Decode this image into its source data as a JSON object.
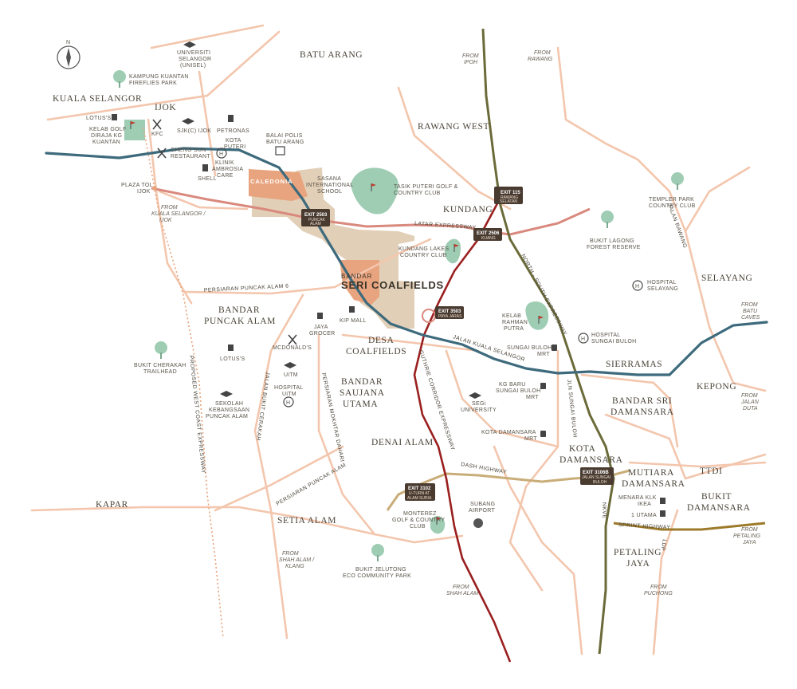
{
  "areas": {
    "kuala_selangor": "KUALA SELANGOR",
    "ijok": "IJOK",
    "batu_arang": "BATU ARANG",
    "rawang_west": "RAWANG WEST",
    "kundang": "KUNDANG",
    "selayang": "SELAYANG",
    "bandar_puncak_alam_1": "BANDAR",
    "bandar_puncak_alam_2": "PUNCAK ALAM",
    "desa_coalfields_1": "DESA",
    "desa_coalfields_2": "COALFIELDS",
    "bandar_saujana_1": "BANDAR",
    "bandar_saujana_2": "SAUJANA",
    "bandar_saujana_3": "UTAMA",
    "sierramas": "SIERRAMAS",
    "kepong": "KEPONG",
    "bandar_sri_1": "BANDAR SRI",
    "bandar_sri_2": "DAMANSARA",
    "denai_alam": "DENAI ALAM",
    "kota_damansara_1": "KOTA",
    "kota_damansara_2": "DAMANSARA",
    "ttdi": "TTDI",
    "mutiara_1": "MUTIARA",
    "mutiara_2": "DAMANSARA",
    "bukit_dam_1": "BUKIT",
    "bukit_dam_2": "DAMANSARA",
    "kapar": "KAPAR",
    "setia_alam": "SETIA ALAM",
    "petaling_1": "PETALING",
    "petaling_2": "JAYA"
  },
  "project": {
    "bandar": "BANDAR",
    "name": "SERI COALFIELDS",
    "caledonia": "CALEDONIA"
  },
  "pois": {
    "unisel_1": "UNIVERSITI",
    "unisel_2": "SELANGOR",
    "unisel_3": "(UNISEL)",
    "kampung_1": "KAMPUNG KUANTAN",
    "kampung_2": "FIREFLIES PARK",
    "lotus_ijok": "LOTUS'S",
    "golf_kk_1": "KELAB GOLF",
    "golf_kk_2": "DIRAJA KG",
    "golf_kk_3": "KUANTAN",
    "kfc": "KFC",
    "sjkc": "SJK(C) IJOK",
    "petronas": "PETRONAS",
    "kota_puteri_1": "KOTA",
    "kota_puteri_2": "PUTERI",
    "balai_1": "BALAI POLIS",
    "balai_2": "BATU ARANG",
    "cheng_sun_1": "CHENG SUN",
    "cheng_sun_2": "RESTAURANT",
    "klinik_1": "KLINIK",
    "klinik_2": "AMBROSIA",
    "klinik_3": "CARE",
    "shell": "SHELL",
    "plaza_tol_1": "PLAZA TOL",
    "plaza_tol_2": "IJOK",
    "sasana_1": "SASANA",
    "sasana_2": "INTERNATIONAL",
    "sasana_3": "SCHOOL",
    "tasik_1": "TASIK PUTERI GOLF &",
    "tasik_2": "COUNTRY CLUB",
    "kundang_lakes_1": "KUNDANG LAKES",
    "kundang_lakes_2": "COUNTRY CLUB",
    "templer_1": "TEMPLER PARK",
    "templer_2": "COUNTRY CLUB",
    "lagong_1": "BUKIT LAGONG",
    "lagong_2": "FOREST RESERVE",
    "hosp_selayang_1": "HOSPITAL",
    "hosp_selayang_2": "SELAYANG",
    "kelab_rahman_1": "KELAB",
    "kelab_rahman_2": "RAHMAN",
    "kelab_rahman_3": "PUTRA",
    "hosp_sg_buloh_1": "HOSPITAL",
    "hosp_sg_buloh_2": "SUNGAI BULOH",
    "sg_buloh_mrt_1": "SUNGAI BULOH",
    "sg_buloh_mrt_2": "MRT",
    "kg_baru_1": "KG BARU",
    "kg_baru_2": "SUNGAI BULOH",
    "kg_baru_3": "MRT",
    "segi_1": "SEGi",
    "segi_2": "UNIVERSITY",
    "kota_dam_mrt_1": "KOTA DAMANSARA",
    "kota_dam_mrt_2": "MRT",
    "jaya_grocer_1": "JAYA",
    "jaya_grocer_2": "GROCER",
    "kip_mall": "KIP MALL",
    "mcdonalds": "MCDONALD'S",
    "lotus_pa": "LOTUS'S",
    "uitm": "UiTM",
    "hosp_uitm_1": "HOSPITAL",
    "hosp_uitm_2": "UiTM",
    "cherakah_1": "BUKIT CHERAKAH",
    "cherakah_2": "TRAILHEAD",
    "sekolah_1": "SEKOLAH",
    "sekolah_2": "KEBANGSAAN",
    "sekolah_3": "PUNCAK ALAM",
    "menara_1": "MENARA KLK",
    "menara_2": "IKEA",
    "utama": "1 UTAMA",
    "monterez_1": "MONTEREZ",
    "monterez_2": "GOLF & COUNTRY",
    "monterez_3": "CLUB",
    "subang_1": "SUBANG",
    "subang_2": "AIRPORT",
    "jelutong_1": "BUKIT JELUTONG",
    "jelutong_2": "ECO COMMUNITY PARK"
  },
  "directions": {
    "ipoh_1": "FROM",
    "ipoh_2": "IPOH",
    "rawang_1": "FROM",
    "rawang_2": "RAWANG",
    "ks_1": "FROM",
    "ks_2": "KUALA SELANGOR /",
    "ks_3": "IJOK",
    "batu_caves_1": "FROM",
    "batu_caves_2": "BATU",
    "batu_caves_3": "CAVES",
    "jalan_duta_1": "FROM",
    "jalan_duta_2": "JALAN",
    "jalan_duta_3": "DUTA",
    "petaling_1": "FROM",
    "petaling_2": "PETALING",
    "petaling_3": "JAYA",
    "puchong_1": "FROM",
    "puchong_2": "PUCHONG",
    "shah_alam_1": "FROM",
    "shah_alam_2": "SHAH ALAM",
    "shah_klang_1": "FROM",
    "shah_klang_2": "SHAH ALAM /",
    "shah_klang_3": "KLANG"
  },
  "roads": {
    "latar": "LATAR EXPRESSWAY",
    "nse": "NORTH - SOUTH EXPRESSWAY",
    "jalan_kuala_selangor": "JALAN KUALA SELANGOR",
    "persiaran_pa6": "PERSIARAN PUNCAK ALAM 6",
    "persiaran_pa": "PERSIARAN PUNCAK ALAM",
    "proposed_wce": "PROPOSED WEST COAST EXPRESSWAY",
    "jalan_bukit_cerakah": "JALAN BUKIT CERAKAH",
    "persiaran_mokhtar": "PERSIARAN MOKHTAR DAHARI",
    "guthrie": "GUTHRIE CORRIDOR EXPRESSWAY",
    "dash": "DASH HIGHWAY",
    "jalan_sungai_buloh": "JLN SUNGAI BULOH",
    "jalan_rawang": "JALAN RAWANG",
    "nkve": "NKVE",
    "ldp": "LDP",
    "sprint": "SPRINT HIGHWAY"
  },
  "exits": {
    "e115_1": "EXIT 115",
    "e115_2": "RAWANG",
    "e115_3": "SELATAN",
    "e2503_1": "EXIT 2503",
    "e2503_2": "PUNCAK",
    "e2503_3": "ALAM",
    "e2506_1": "EXIT 2506",
    "e2506_2": "KUANG",
    "e3503_1": "EXIT 3503",
    "e3503_2": "PAYA JARAS",
    "e3102_1": "EXIT 3102",
    "e3102_2": "U-TURN AT",
    "e3102_3": "ALAM SURIA",
    "e3106b_1": "EXIT 3106B",
    "e3106b_2": "JALAN SUNGAI",
    "e3106b_3": "BULOH"
  },
  "compass": "N",
  "colors": {
    "primary_road": "#f3c6ad",
    "jalan_kuala_selangor": "#3d6a7c",
    "nse": "#6b6b3a",
    "guthrie": "#9a1f1f",
    "latar": "#d9897d",
    "dash": "#c9ad78",
    "sprint": "#9c7a2a",
    "project": "#e8a47e",
    "caledonia": "#e8a47e",
    "land": "#e2cfb7",
    "park": "#9fcdb4",
    "exit_box": "#4a3b31"
  }
}
